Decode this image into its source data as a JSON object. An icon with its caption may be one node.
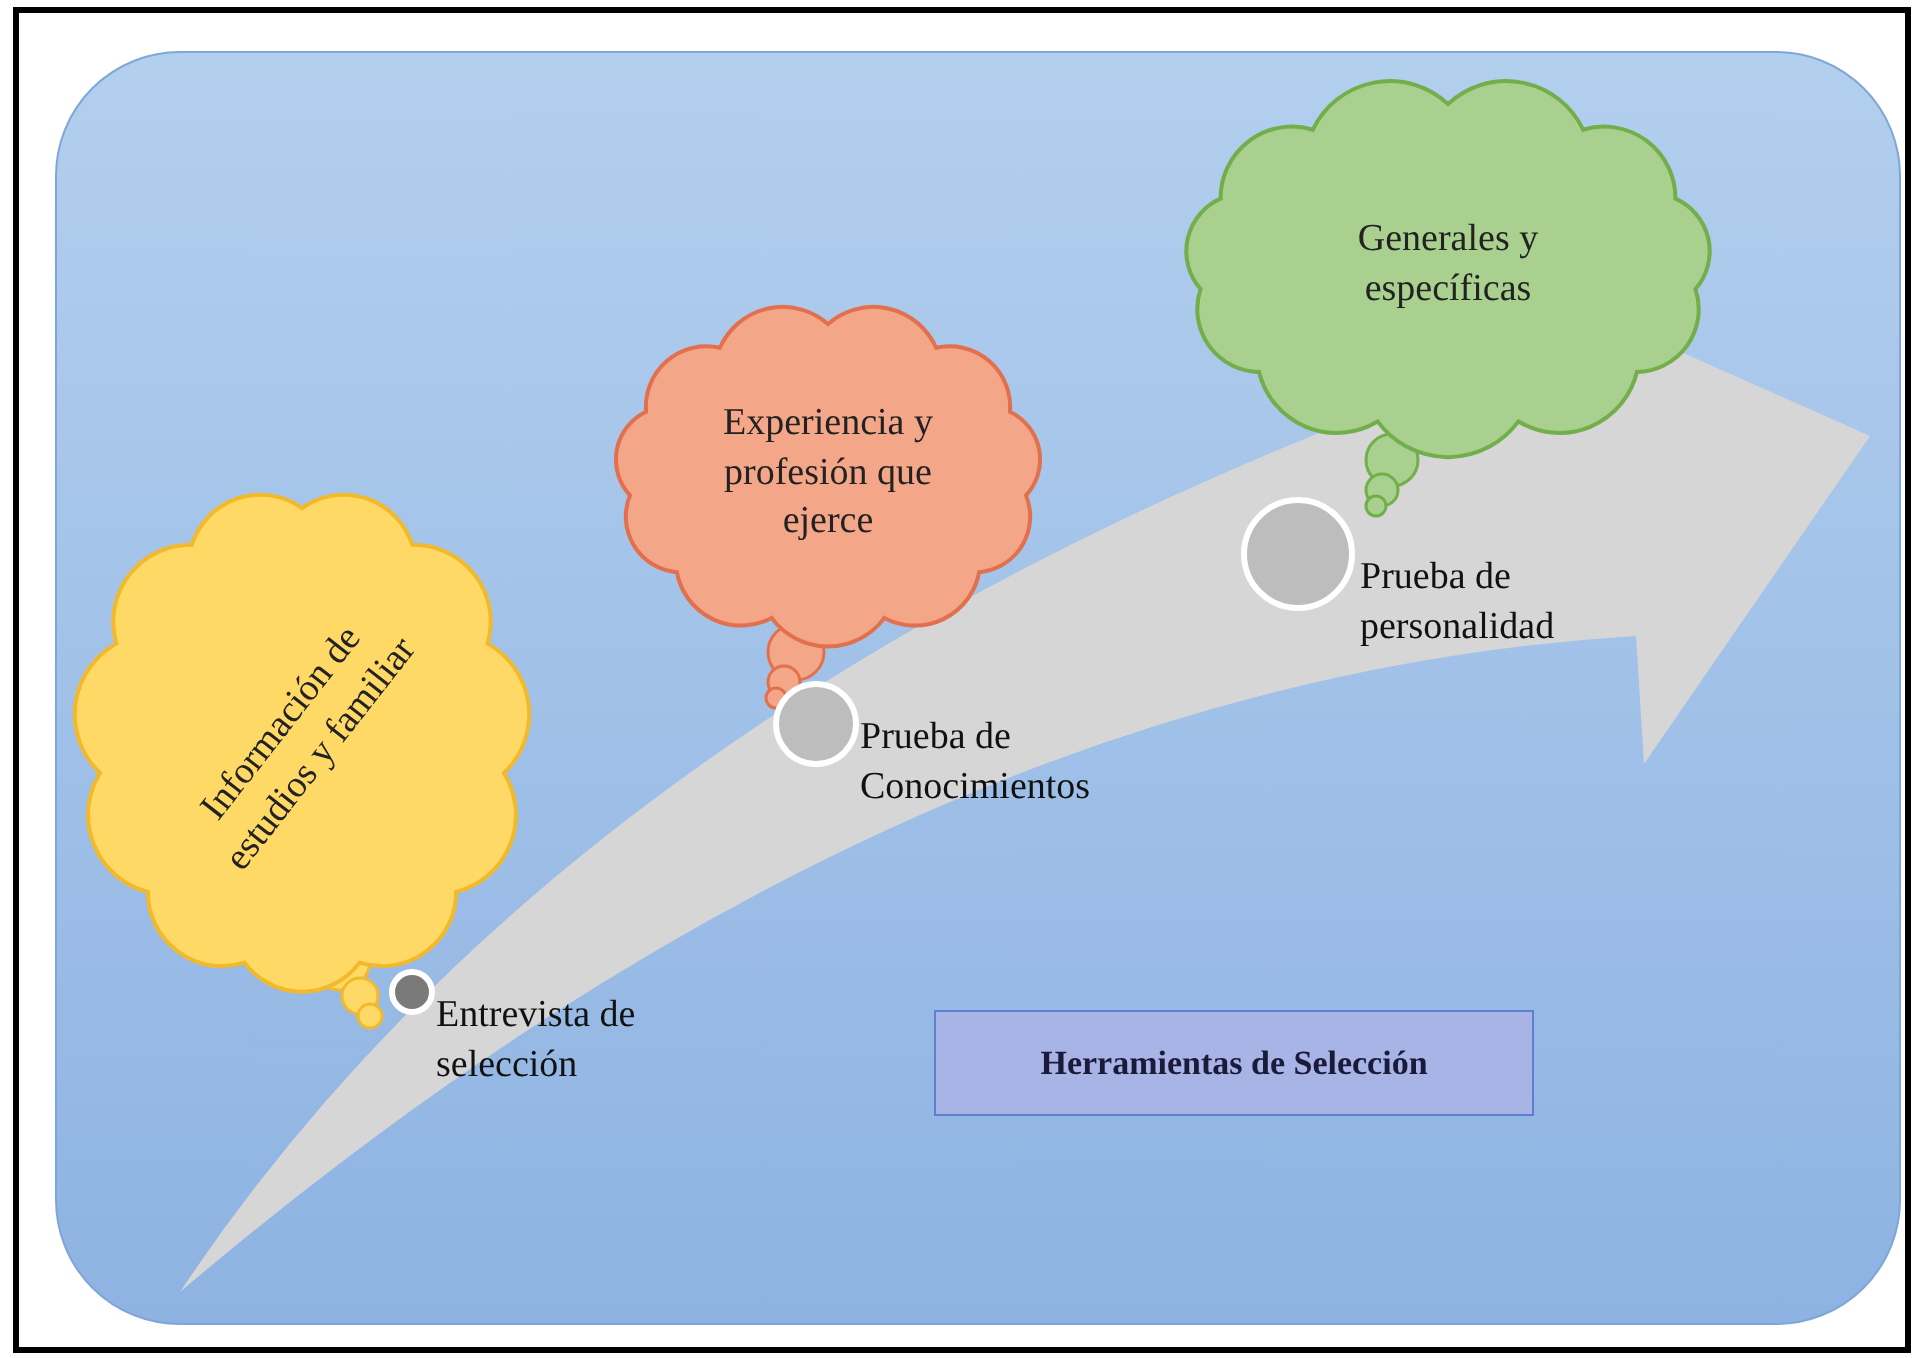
{
  "diagram": {
    "nodes": [
      {
        "text": [
          "Información de estudios y familiar"
        ]
      },
      {
        "text": [],
        "shape": "circle",
        "beside": [
          "Entrevista de selección"
        ]
      },
      {
        "text": [
          "Experiencia y profesión que ejerce"
        ]
      },
      {
        "text": [],
        "shape": "circle",
        "beside": [
          "Prueba de Conocimientos"
        ]
      },
      {
        "text": [
          "Generales y específicas"
        ]
      },
      {
        "text": [],
        "shape": "circle",
        "beside": [
          "Prueba de personalidad"
        ]
      },
      {
        "text": [
          "Herramientas de Selección"
        ]
      }
    ]
  }
}
